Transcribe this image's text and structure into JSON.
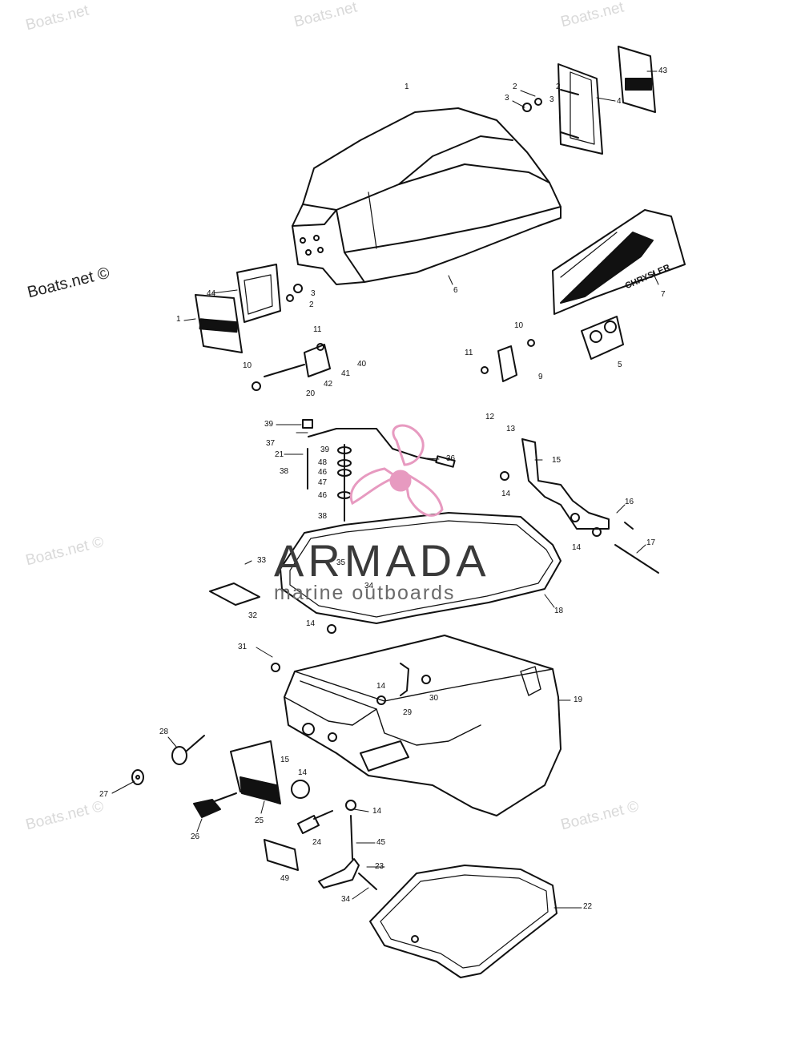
{
  "watermark": {
    "text": "Boats.net",
    "dark_text": "Boats.net ©",
    "corner_text": "Boats.net ©"
  },
  "brand": {
    "name": "ARMADA",
    "tagline": "marine outboards",
    "logo_color": "#e79ac0"
  },
  "decal": {
    "text": "CHRYSLER"
  },
  "callouts": [
    "1",
    "2",
    "3",
    "2",
    "3",
    "4",
    "43",
    "44",
    "1",
    "6",
    "7",
    "11",
    "3",
    "2",
    "10",
    "41",
    "40",
    "42",
    "20",
    "10",
    "9",
    "11",
    "5",
    "39",
    "37",
    "21",
    "38",
    "39",
    "48",
    "46",
    "47",
    "46",
    "38",
    "36",
    "12",
    "13",
    "15",
    "14",
    "16",
    "14",
    "17",
    "33",
    "35",
    "34",
    "32",
    "18",
    "14",
    "31",
    "14",
    "30",
    "29",
    "19",
    "28",
    "27",
    "15",
    "14",
    "25",
    "26",
    "24",
    "14",
    "45",
    "23",
    "49",
    "34",
    "22"
  ]
}
